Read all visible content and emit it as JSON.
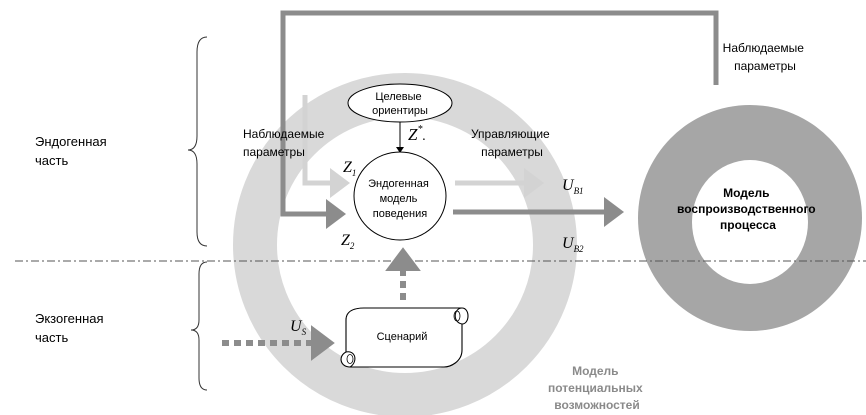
{
  "side_labels": {
    "endogenous": [
      "Эндогенная",
      "часть"
    ],
    "exogenous": [
      "Экзогенная",
      "часть"
    ]
  },
  "observed_params_left": [
    "Наблюдаемые",
    "параметры"
  ],
  "observed_params_right": [
    "Наблюдаемые",
    "параметры"
  ],
  "control_params": [
    "Управляющие",
    "параметры"
  ],
  "goal": [
    "Целевые",
    "ориентиры"
  ],
  "endogenous_model": [
    "Эндогенная",
    "модель",
    "поведения"
  ],
  "reproduction_model": [
    "Модель",
    "воспроизводственного",
    "процесса"
  ],
  "potential_model": [
    "Модель",
    "потенциальных",
    "возможностей"
  ],
  "scenario": "Сценарий",
  "vars": {
    "z_star": "Z",
    "z_star_sup": "*",
    "z_star_suffix": ".",
    "z1": "Z",
    "z1_sub": "1",
    "z2": "Z",
    "z2_sub": "2",
    "ub1": "U",
    "ub1_sub": "B1",
    "ub2": "U",
    "ub2_sub": "B2",
    "us": "U",
    "us_sub": "S"
  },
  "colors": {
    "ring_light": "#d9d9d9",
    "ring_dark": "#a6a6a6",
    "arrow_dark": "#8c8c8c",
    "arrow_light": "#d3d3d3",
    "text_gray": "#8a8a8a"
  }
}
